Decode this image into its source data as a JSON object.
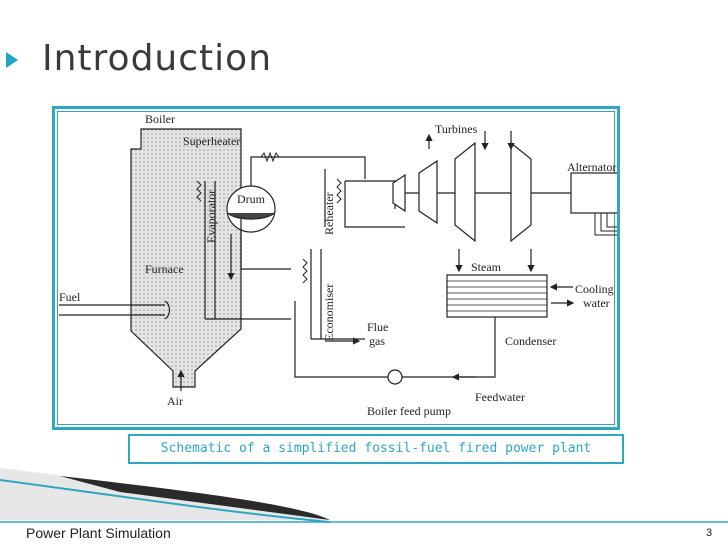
{
  "slide": {
    "title": "Introduction",
    "caption": "Schematic of a simplified fossil-fuel fired power plant",
    "footer": "Power Plant Simulation",
    "page_number": "3"
  },
  "diagram": {
    "labels": {
      "boiler": "Boiler",
      "superheater": "Superheater",
      "turbines": "Turbines",
      "evaporator": "Evaporator",
      "drum": "Drum",
      "reheater": "Reheater",
      "alternator": "Alternator",
      "furnace": "Furnace",
      "economiser": "Economiser",
      "steam": "Steam",
      "fuel": "Fuel",
      "cooling": "Cooling",
      "water": "water",
      "flue": "Flue",
      "gas": "gas",
      "condenser": "Condenser",
      "air": "Air",
      "feedwater": "Feedwater",
      "feed_pump": "Boiler feed pump"
    }
  },
  "colors": {
    "accent": "#2fa7c2",
    "boiler_fill": "#d6d6d6"
  }
}
